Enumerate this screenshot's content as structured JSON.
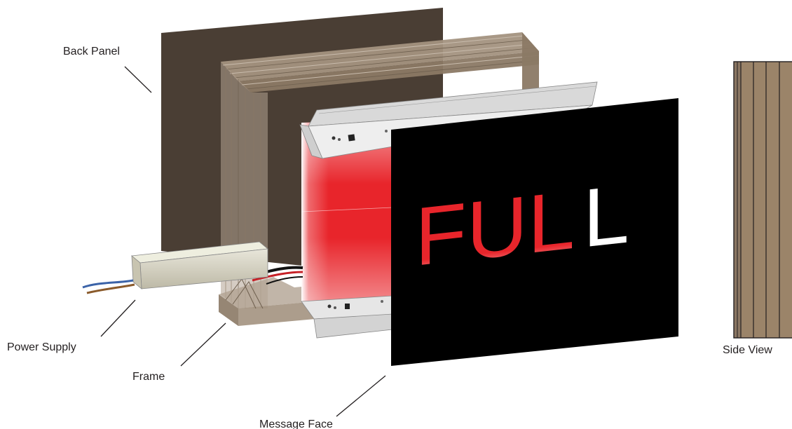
{
  "labels": {
    "back_panel": "Back Panel",
    "power_supply": "Power Supply",
    "frame": "Frame",
    "message_face": "Message Face",
    "side_view": "Side View"
  },
  "face": {
    "lit_text": "FUL",
    "unlit_text": "L",
    "lit_color": "#e8252b",
    "unlit_color": "#ffffff",
    "background": "#000000"
  },
  "colors": {
    "back_panel": "#4a3e34",
    "frame": "#8b7965",
    "frame_light": "#b2a392",
    "led_glow": "#e8252b",
    "rail": "#d9d9d9",
    "power_supply": "#d4d0c0",
    "wire_blue": "#3b63a8",
    "wire_brown": "#8a5a2b"
  }
}
